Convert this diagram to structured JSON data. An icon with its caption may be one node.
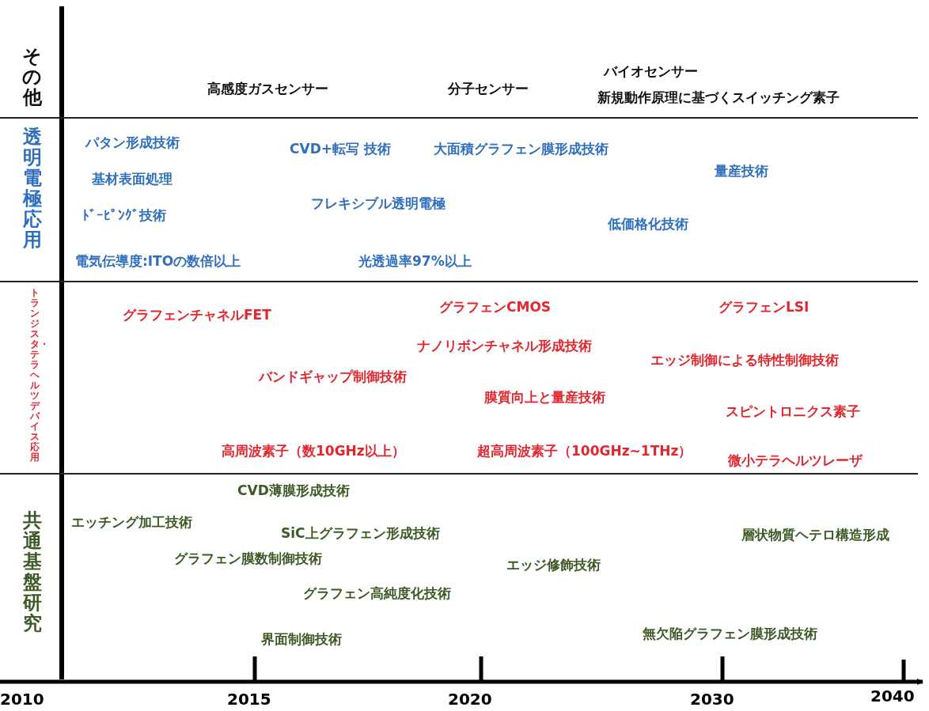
{
  "diagram": {
    "nodes": [
      {
        "text": [
          "その他"
        ]
      },
      {
        "text": [
          "透明電極応用"
        ]
      },
      {
        "text": [
          "トランジスタ・テラヘルツデバイス応用"
        ]
      },
      {
        "text": [
          "共通基盤研究"
        ]
      }
    ],
    "edges": [],
    "labels": [
      "高感度ガスセンサー",
      "分子センサー",
      "バイオセンサー",
      "新規動作原理に基づくスイッチング素子",
      "パタン形成技術",
      "CVD+転写 技術",
      "大面積グラフェン膜形成技術",
      "量産技術",
      "基材表面処理",
      "フレキシブル透明電極",
      "ﾄﾞｰﾋﾟﾝｸﾞ技術",
      "低価格化技術",
      "電気伝導度:ITOの数倍以上",
      "光透過率97%以上",
      "グラフェンCMOS",
      "グラフェンLSI",
      "グラフェンチャネルFET",
      "ナノリボンチャネル形成技術",
      "エッジ制御による特性制御技術",
      "バンドギャップ制御技術",
      "膜質向上と量産技術",
      "スピントロニクス素子",
      "高周波素子（数10GHz以上）",
      "超高周波素子（100GHz~1THz）",
      "微小テラヘルツレーザ",
      "CVD薄膜形成技術",
      "エッチング加工技術",
      "SiC上グラフェン形成技術",
      "層状物質ヘテロ構造形成",
      "グラフェン膜数制御技術",
      "エッジ修飾技術",
      "グラフェン高純度化技術",
      "界面制御技術",
      "無欠陥グラフェン膜形成技術",
      "2010",
      "2015",
      "2020",
      "2030",
      "2040"
    ]
  }
}
